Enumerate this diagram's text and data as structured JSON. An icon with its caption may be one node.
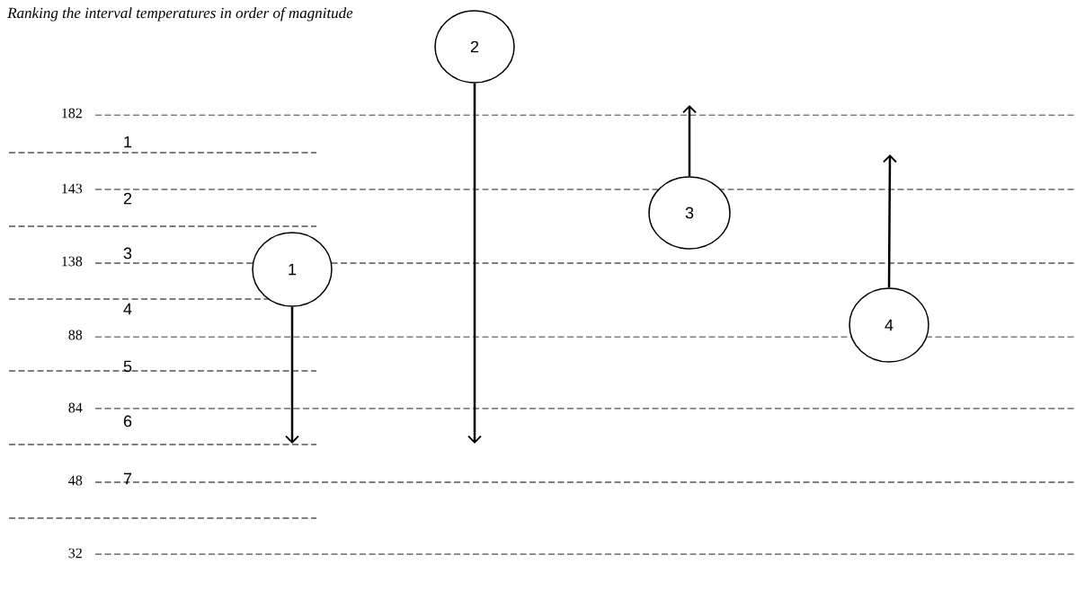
{
  "diagram": {
    "title": "Ranking the interval temperatures in order of magnitude",
    "nodes": [
      {
        "text": [
          "1"
        ]
      },
      {
        "text": [
          "2"
        ]
      },
      {
        "text": [
          "3"
        ]
      },
      {
        "text": [
          "4"
        ]
      }
    ],
    "edges": [
      {
        "from": 0,
        "to": null,
        "arrow": "to"
      },
      {
        "from": 1,
        "to": null,
        "arrow": "to"
      },
      {
        "from": 2,
        "to": null,
        "arrow": "to"
      },
      {
        "from": 3,
        "to": null,
        "arrow": "to"
      }
    ],
    "labels": [
      "182",
      "1",
      "143",
      "2",
      "138",
      "3",
      "4",
      "88",
      "5",
      "84",
      "6",
      "48",
      "7",
      "32"
    ]
  }
}
